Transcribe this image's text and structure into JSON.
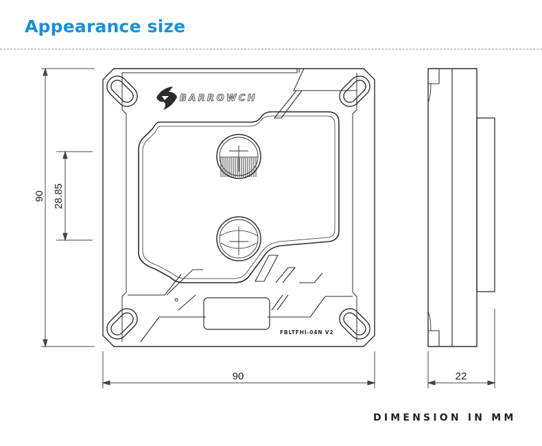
{
  "heading": "Appearance size",
  "footer_note": "DIMENSION IN MM",
  "brand_logo_text": "BARROWCH",
  "model_label": "FBLTFHI-04N V2",
  "dimensions": {
    "height": "90",
    "port_spacing": "28.85",
    "width": "90",
    "thickness": "22"
  },
  "colors": {
    "heading": "#1b8fd6",
    "line": "#2b2b2b",
    "dimension_line": "#444444"
  }
}
